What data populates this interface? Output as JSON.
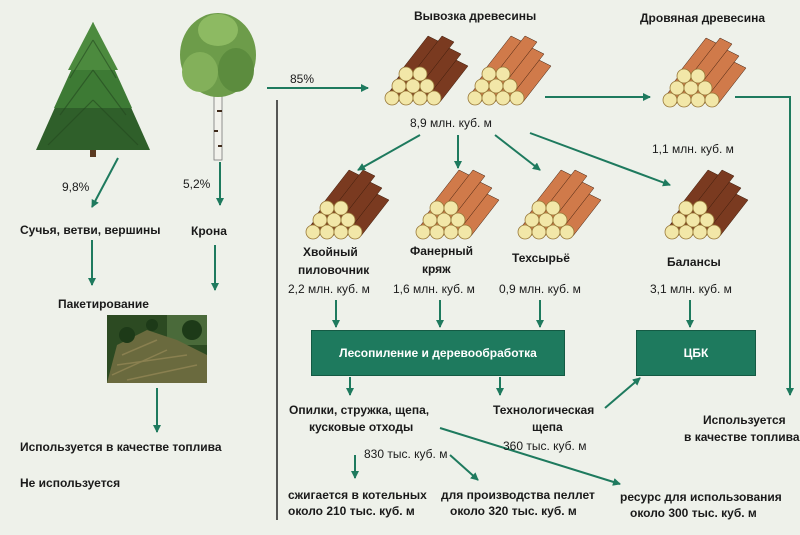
{
  "labels": {
    "export_title": "Вывозка древесины",
    "firewood_title": "Дровяная древесина",
    "pct_85": "85%",
    "export_volume": "8,9 млн. куб. м",
    "firewood_volume": "1,1 млн. куб. м",
    "pct_conifer": "9,8%",
    "pct_birch": "5,2%",
    "branches": "Сучья, ветви, вершины",
    "crown": "Крона",
    "packaging": "Пакетирование",
    "used_fuel_left": "Используется в качестве топлива",
    "not_used": "Не используется",
    "sawlog_l1": "Хвойный",
    "sawlog_l2": "пиловочник",
    "sawlog_vol": "2,2 млн. куб. м",
    "veneer_l1": "Фанерный",
    "veneer_l2": "кряж",
    "veneer_vol": "1,6 млн. куб. м",
    "tech_raw": "Техсырьё",
    "tech_raw_vol": "0,9 млн. куб. м",
    "pulpwood": "Балансы",
    "pulpwood_vol": "3,1 млн. куб. м",
    "sawmill_box": "Лесопиление и деревообработка",
    "pulp_box": "ЦБК",
    "waste_l1": "Опилки, стружка, щепа,",
    "waste_l2": "кусковые отходы",
    "chips_l1": "Технологическая",
    "chips_l2": "щепа",
    "chips_vol": "360 тыс. куб. м",
    "waste_vol": "830 тыс. куб. м",
    "boiler_l1": "сжигается в котельных",
    "boiler_l2": "около 210 тыс. куб. м",
    "pellet_l1": "для производства пеллет",
    "pellet_l2": "около 320 тыс. куб. м",
    "resource_l1": "ресурс для использования",
    "resource_l2": "около 300 тыс. куб. м",
    "used_fuel_r1": "Используется",
    "used_fuel_r2": "в качестве топлива"
  },
  "colors": {
    "arrow": "#1e7a5e",
    "box": "#1e7a5e",
    "line": "#222222",
    "log_dark": "#7a3a20",
    "log_light": "#d07a4a",
    "log_end": "#f2e7a8"
  }
}
